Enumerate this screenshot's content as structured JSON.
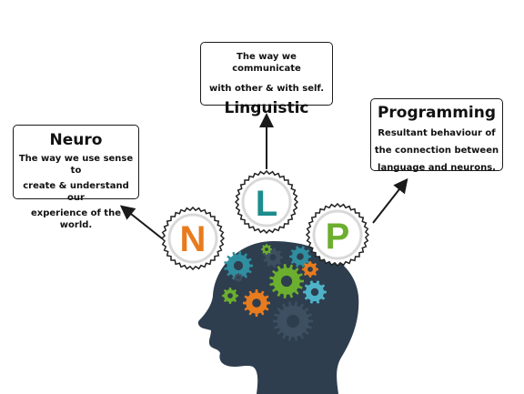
{
  "boxes": {
    "neuro": {
      "title": "Neuro",
      "line1": "The way we use sense to",
      "line2": "create & understand our",
      "line3": "experience of the world."
    },
    "linguistic": {
      "line1": "The way we communicate",
      "line2": "with other & with self.",
      "title": "Linguistic"
    },
    "programming": {
      "title": "Programming",
      "line1": "Resultant behaviour of",
      "line2": "the connection between",
      "line3": "language and neurons."
    }
  },
  "letters": {
    "n": {
      "text": "N",
      "color": "#e87b1e"
    },
    "l": {
      "text": "L",
      "color": "#1c8c8c"
    },
    "p": {
      "text": "P",
      "color": "#6cae2e"
    }
  },
  "colors": {
    "head": "#2e3e4e",
    "gear_teal": "#2f8fa0",
    "gear_green": "#6cae2e",
    "gear_orange": "#e87b1e",
    "gear_dark": "#3d4f61",
    "gear_lightblue": "#4fb3c8"
  },
  "icons": [
    "head-silhouette-icon",
    "gear-icon"
  ]
}
